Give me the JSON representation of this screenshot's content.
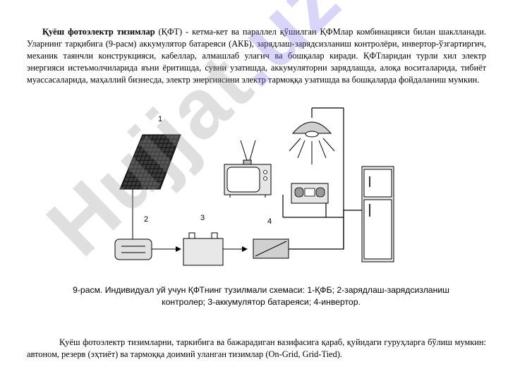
{
  "paragraph1": {
    "lead_bold": "Қуёш фотоэлектр тизимлар",
    "body": " (ҚФТ) - кетма-кет ва параллел қўшилган ҚФМлар комбинацияси билан шаклланади. Уларнинг тарқибига (9-расм)   аккумулятор батареяси (АКБ), зарядлаш-зарядсизланиш контролёри, инвертор-ўзгартиргич, механик таянчли конструкцияси, кабеллар, алмашлаб улагич ва бошқалар киради. ҚФТларидан турли хил электр энергияси истеъмолчиларида яъни ёритишда, сувни узатишда, аккумуляторни зарядлашда, алоқа воситаларида, тибиёт муассасаларида, маҳаллий бизнесда, электр энергиясини электр тармоққа узатишда ва бошқаларда фойдаланиш мумкин."
  },
  "diagram": {
    "labels": {
      "panel": "1",
      "controller": "2",
      "battery": "3",
      "inverter": "4"
    }
  },
  "caption": "9-расм. Индивидуал уй учун ҚФТнинг тузилмали схемаси: 1-ҚФБ; 2-зарядлаш-зарядсизланиш контролер; 3-аккумулятор батареяси; 4-инвертор.",
  "paragraph2": "Қуёш фотоэлектр тизимларни, таркибига ва бажарадиган вазифасига қараб, қуйидаги гуруҳларга бўлиш мумкин: автоном, резерв (эҳтиёт) ва тармоққа доимий уланган тизимлар (On-Grid, Grid-Tied).",
  "watermark": {
    "part_a": "Hujjat",
    "part_b": ".uz"
  }
}
